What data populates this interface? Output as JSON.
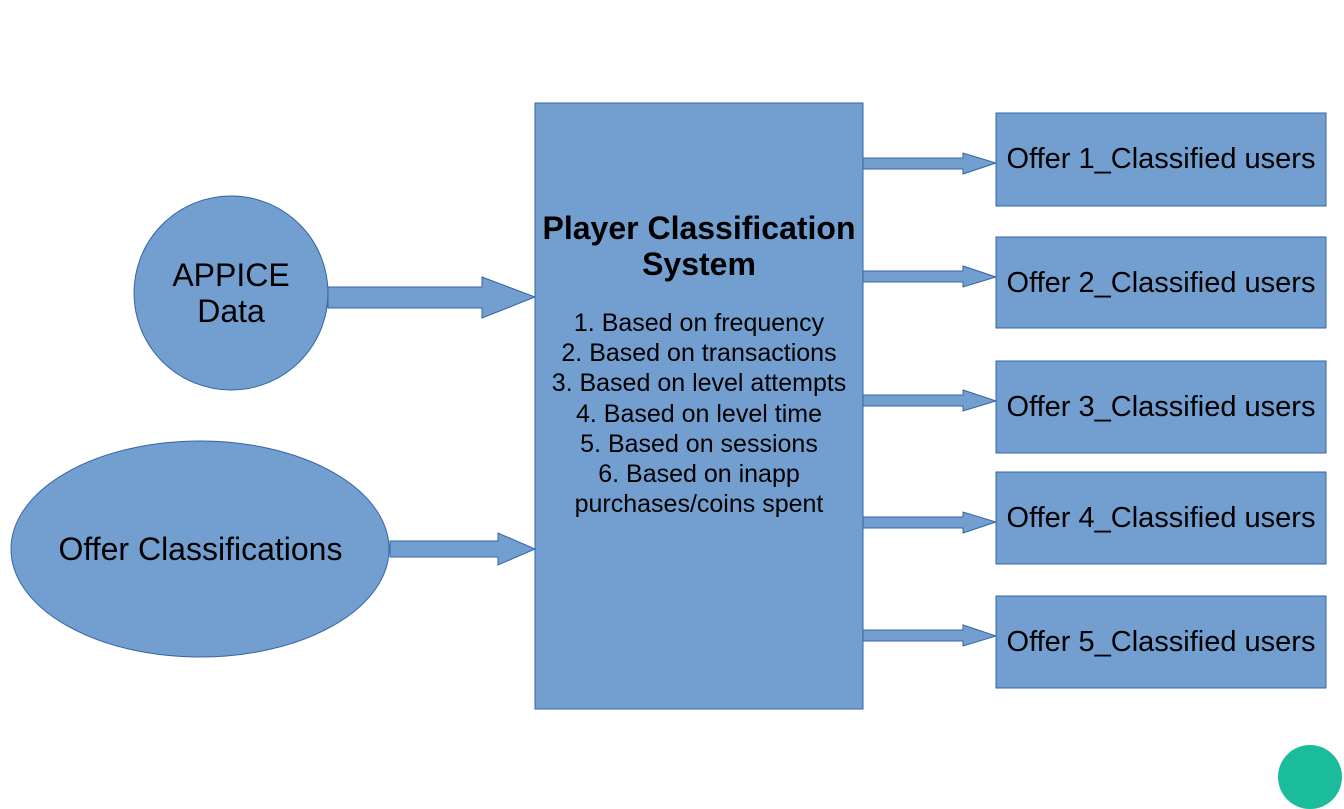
{
  "diagram": {
    "inputs": {
      "appice_line1": "APPICE",
      "appice_line2": "Data",
      "offer_classifications": "Offer Classifications"
    },
    "system": {
      "title_line1": "Player Classification",
      "title_line2": "System",
      "criteria": [
        "1. Based on frequency",
        "2. Based on transactions",
        "3. Based on level attempts",
        "4. Based on level time",
        "5. Based on sessions",
        "6. Based on inapp",
        "purchases/coins spent"
      ]
    },
    "outputs": [
      "Offer 1_Classified users",
      "Offer 2_Classified users",
      "Offer 3_Classified users",
      "Offer 4_Classified users",
      "Offer 5_Classified users"
    ],
    "colors": {
      "shape_fill": "#729fcf",
      "shape_stroke": "#3465a4",
      "corner_badge": "#1abc9c"
    }
  }
}
